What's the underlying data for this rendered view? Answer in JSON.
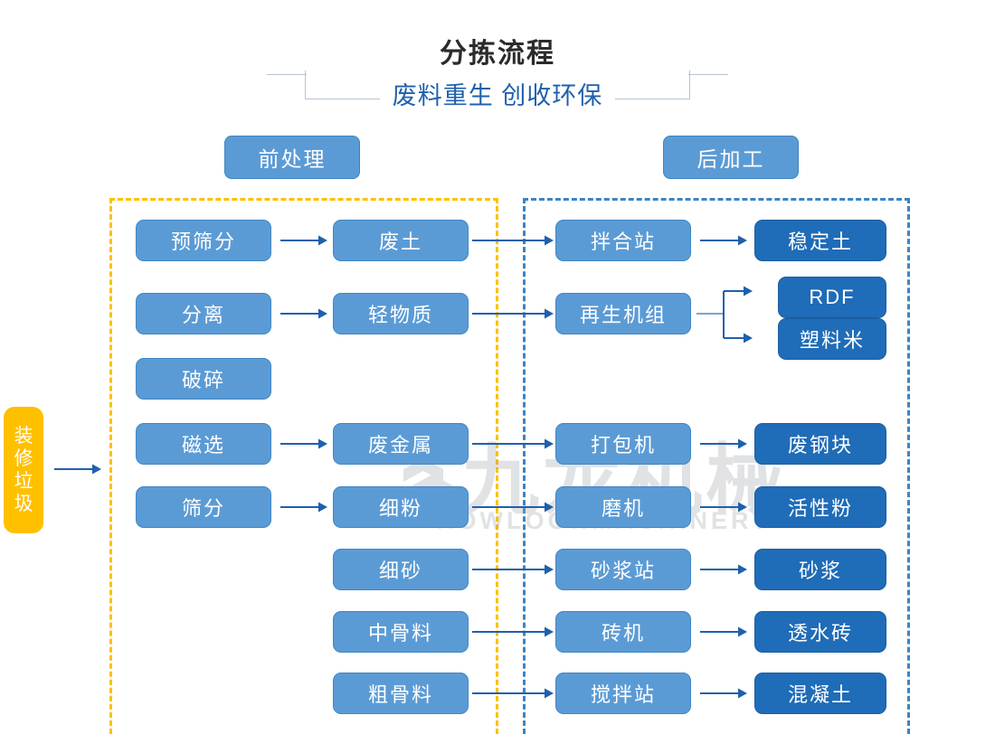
{
  "header": {
    "title": "分拣流程",
    "subtitle": "废料重生 创收环保"
  },
  "sections": [
    {
      "id": "pre",
      "label": "前处理"
    },
    {
      "id": "post",
      "label": "后加工"
    }
  ],
  "input_node": {
    "label": "装修垃圾",
    "color": "#ffc000"
  },
  "watermark": {
    "cn": "九龙机械",
    "en": "KOWLOONMACHINERY"
  },
  "colors": {
    "light_blue": "#5b9bd5",
    "dark_blue": "#1f6cb8",
    "yellow": "#ffc000",
    "arrow": "#1f60ad",
    "title": "#2b2b2b",
    "subtitle": "#1f60ad",
    "frame_line": "#b9c3d2"
  },
  "nodes": {
    "process_left": [
      {
        "label": "预筛分"
      },
      {
        "label": "分离"
      },
      {
        "label": "破碎"
      },
      {
        "label": "磁选"
      },
      {
        "label": "筛分"
      }
    ],
    "material": [
      {
        "label": "废土"
      },
      {
        "label": "轻物质"
      },
      {
        "label": "废金属"
      },
      {
        "label": "细粉"
      },
      {
        "label": "细砂"
      },
      {
        "label": "中骨料"
      },
      {
        "label": "粗骨料"
      }
    ],
    "process_right": [
      {
        "label": "拌合站"
      },
      {
        "label": "再生机组"
      },
      {
        "label": "打包机"
      },
      {
        "label": "磨机"
      },
      {
        "label": "砂浆站"
      },
      {
        "label": "砖机"
      },
      {
        "label": "搅拌站"
      }
    ],
    "product": [
      {
        "label": "稳定土"
      },
      {
        "label": "RDF"
      },
      {
        "label": "塑料米"
      },
      {
        "label": "废钢块"
      },
      {
        "label": "活性粉"
      },
      {
        "label": "砂浆"
      },
      {
        "label": "透水砖"
      },
      {
        "label": "混凝土"
      }
    ]
  }
}
